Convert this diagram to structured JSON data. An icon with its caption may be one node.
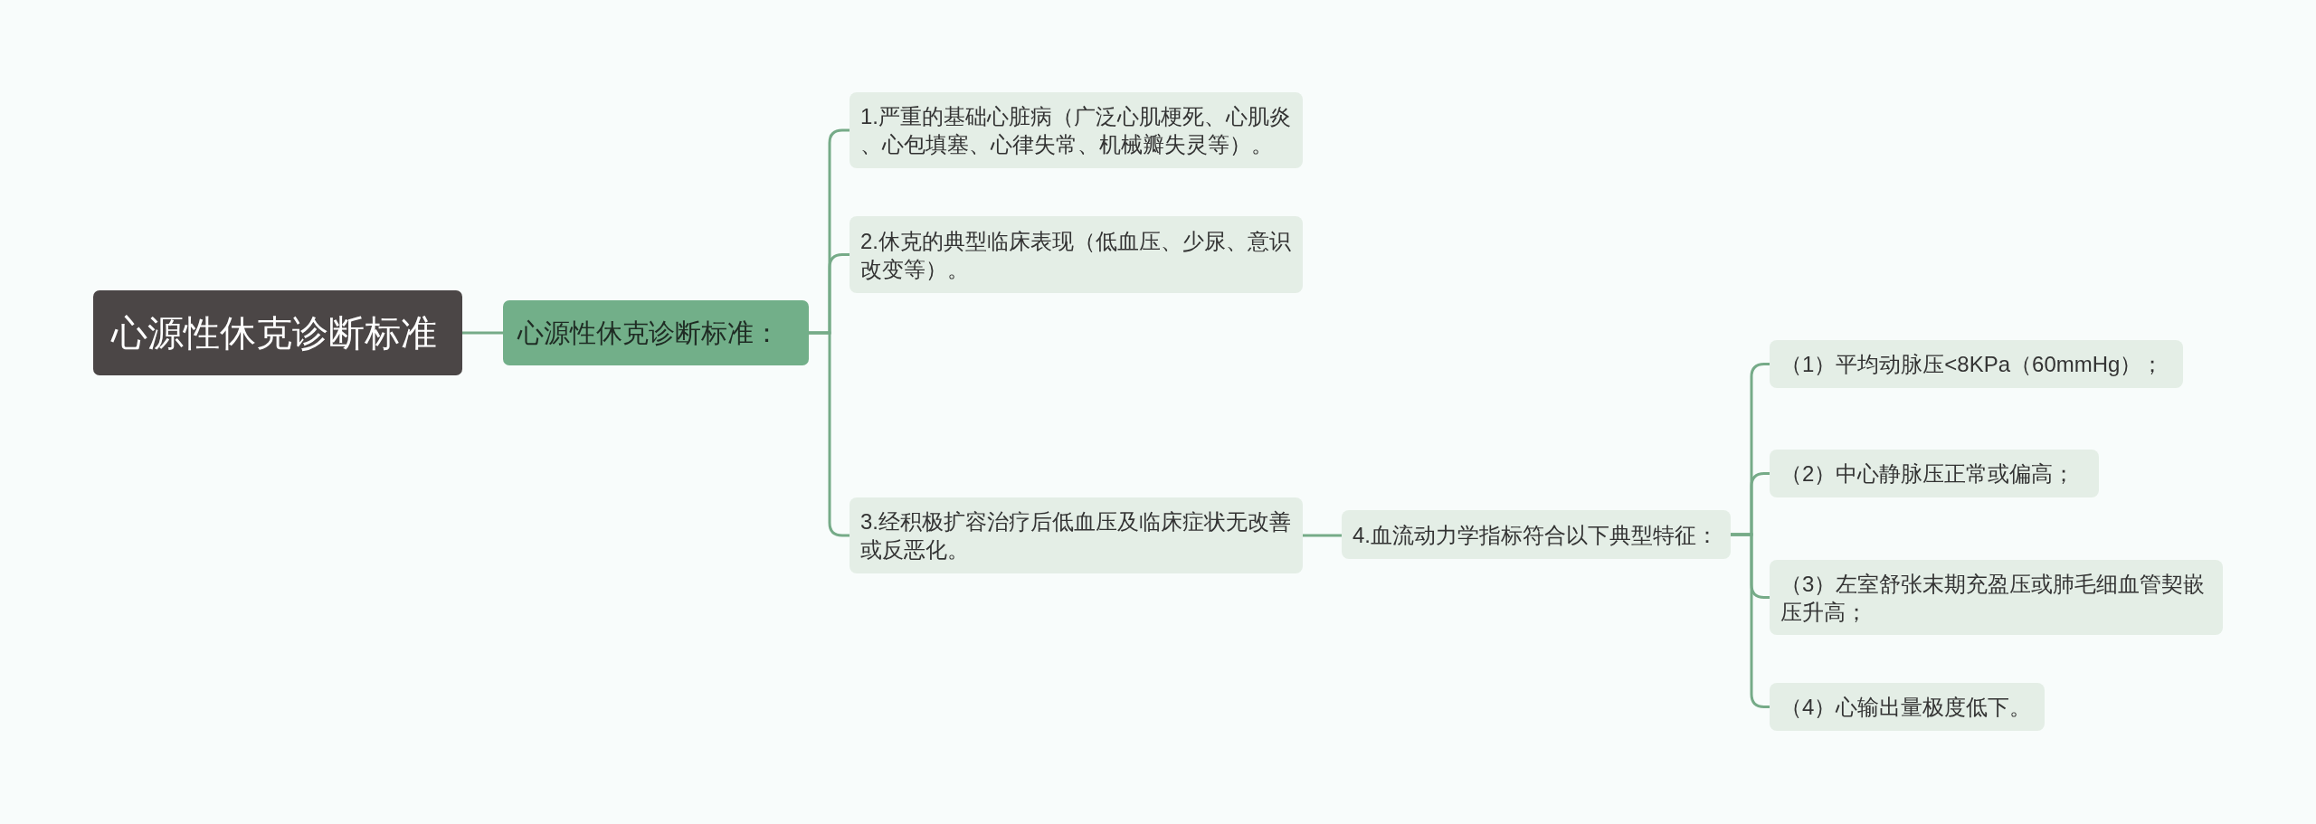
{
  "diagram": {
    "nodes": [
      {
        "text": [
          "心源性休克诊断标准"
        ]
      },
      {
        "text": [
          "心源性休克诊断标准："
        ]
      },
      {
        "text": [
          "1.严重的基础心脏病（广泛心肌梗死、心肌炎、心包填塞、心律失常、机械瓣失灵等）。"
        ]
      },
      {
        "text": [
          "2.休克的典型临床表现（低血压、少尿、意识改变等）。"
        ]
      },
      {
        "text": [
          "3.经积极扩容治疗后低血压及临床症状无改善或反恶化。"
        ]
      },
      {
        "text": [
          "4.血流动力学指标符合以下典型特征："
        ]
      },
      {
        "text": [
          "（1）平均动脉压<8KPa（60mmHg）；"
        ]
      },
      {
        "text": [
          "（2）中心静脉压正常或偏高；"
        ]
      },
      {
        "text": [
          "（3）左室舒张末期充盈压或肺毛细血管契嵌压升高；"
        ]
      },
      {
        "text": [
          "（4）心输出量极度低下。"
        ]
      }
    ],
    "edges": [
      {
        "from": 0,
        "to": 1,
        "arrow": "none"
      },
      {
        "from": 1,
        "to": 2,
        "arrow": "none"
      },
      {
        "from": 1,
        "to": 3,
        "arrow": "none"
      },
      {
        "from": 1,
        "to": 4,
        "arrow": "none"
      },
      {
        "from": 4,
        "to": 5,
        "arrow": "none"
      },
      {
        "from": 5,
        "to": 6,
        "arrow": "none"
      },
      {
        "from": 5,
        "to": 7,
        "arrow": "none"
      },
      {
        "from": 5,
        "to": 8,
        "arrow": "none"
      },
      {
        "from": 5,
        "to": 9,
        "arrow": "none"
      }
    ]
  }
}
